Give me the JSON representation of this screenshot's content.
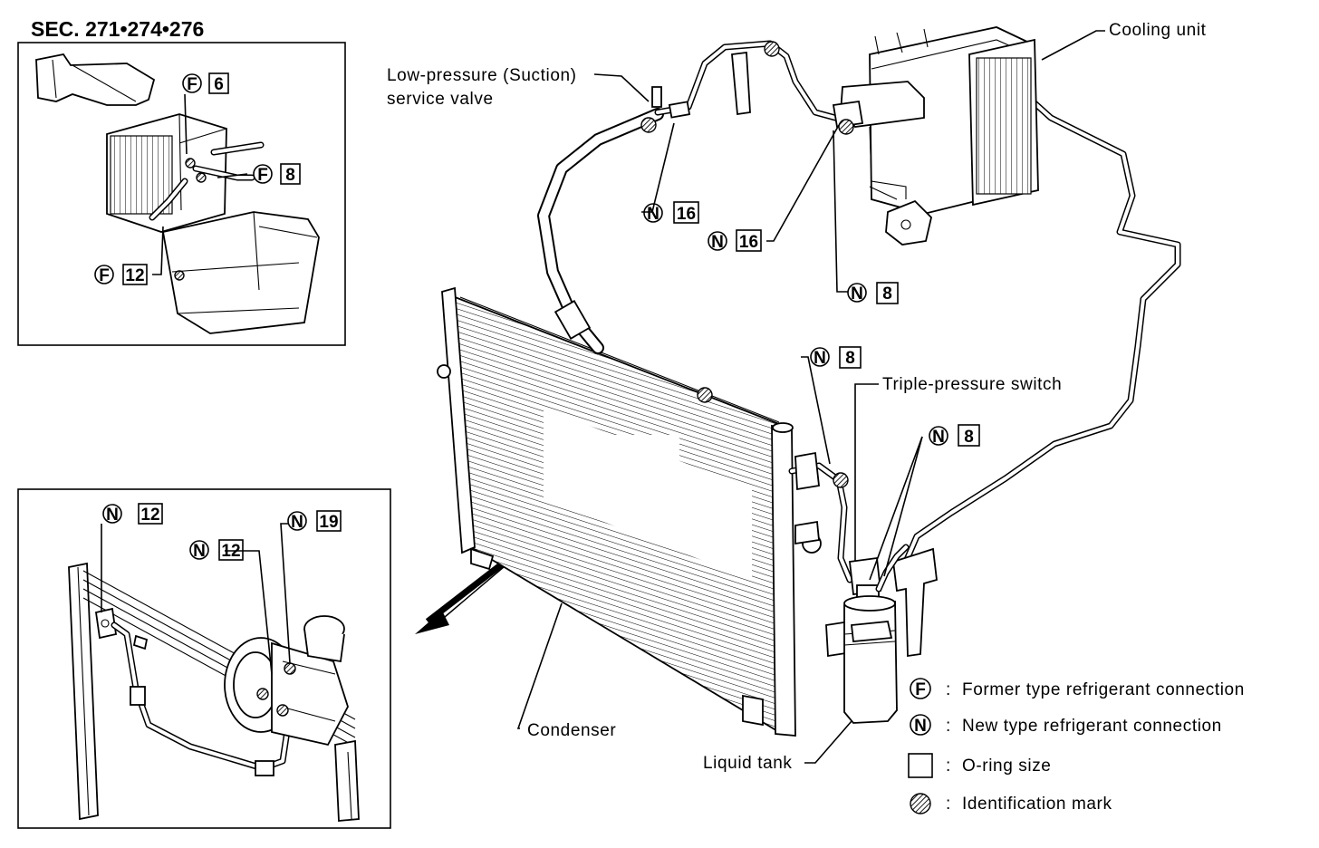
{
  "section": "SEC. 271•274•276",
  "labels": {
    "low_pressure_valve_1": "Low-pressure (Suction)",
    "low_pressure_valve_2": "service valve",
    "cooling_unit": "Cooling unit",
    "triple_pressure_switch": "Triple-pressure switch",
    "condenser": "Condenser",
    "liquid_tank": "Liquid tank"
  },
  "connection_marks": [
    {
      "type": "F",
      "size": "6"
    },
    {
      "type": "F",
      "size": "8"
    },
    {
      "type": "F",
      "size": "12"
    },
    {
      "type": "N",
      "size": "16"
    },
    {
      "type": "N",
      "size": "16"
    },
    {
      "type": "N",
      "size": "8"
    },
    {
      "type": "N",
      "size": "8"
    },
    {
      "type": "N",
      "size": "8"
    },
    {
      "type": "N",
      "size": "12"
    },
    {
      "type": "N",
      "size": "12"
    },
    {
      "type": "N",
      "size": "19"
    }
  ],
  "legend": [
    {
      "symbol": "F",
      "separator": ":",
      "text": "Former type refrigerant connection"
    },
    {
      "symbol": "N",
      "separator": ":",
      "text": "New type refrigerant connection"
    },
    {
      "symbol": "square",
      "separator": ":",
      "text": "O-ring size"
    },
    {
      "symbol": "hatched-circle",
      "separator": ":",
      "text": "Identification mark"
    }
  ]
}
